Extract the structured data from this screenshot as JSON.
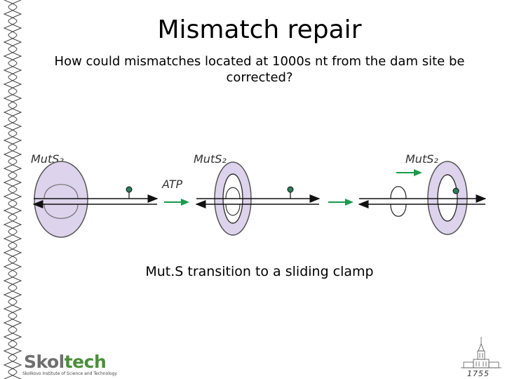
{
  "slide": {
    "title": "Mismatch repair",
    "question": "How could mismatches located at 1000s nt from the dam site be corrected?",
    "caption": "Mut.S transition to a sliding clamp"
  },
  "diagram": {
    "labels": {
      "muts_1": "MutS₂",
      "muts_2": "MutS₂",
      "muts_3": "MutS₂",
      "atp": "ATP"
    },
    "colors": {
      "clamp_fill": "#ddd3ec",
      "arrow_green": "#1a9a4a",
      "marker_green": "#2e7d5a"
    }
  },
  "logo": {
    "name_prefix": "Skol",
    "name_accent": "tech",
    "subtitle": "Skolkovo Institute of Science and Technology"
  },
  "university": {
    "year": "1755"
  }
}
